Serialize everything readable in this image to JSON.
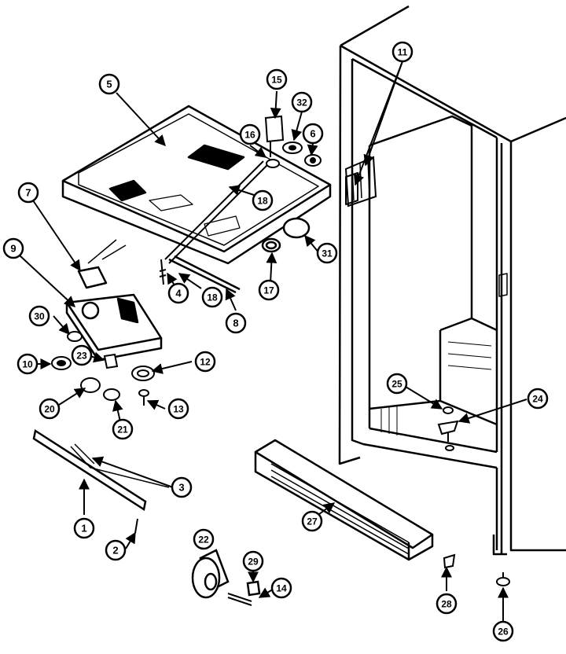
{
  "diagram": {
    "callouts": [
      {
        "id": "c1",
        "label": "1"
      },
      {
        "id": "c2",
        "label": "2"
      },
      {
        "id": "c3",
        "label": "3"
      },
      {
        "id": "c4",
        "label": "4"
      },
      {
        "id": "c5",
        "label": "5"
      },
      {
        "id": "c6",
        "label": "6"
      },
      {
        "id": "c7",
        "label": "7"
      },
      {
        "id": "c8",
        "label": "8"
      },
      {
        "id": "c9",
        "label": "9"
      },
      {
        "id": "c10",
        "label": "10"
      },
      {
        "id": "c11",
        "label": "11"
      },
      {
        "id": "c12",
        "label": "12"
      },
      {
        "id": "c13",
        "label": "13"
      },
      {
        "id": "c14",
        "label": "14"
      },
      {
        "id": "c15",
        "label": "15"
      },
      {
        "id": "c16",
        "label": "16"
      },
      {
        "id": "c17",
        "label": "17"
      },
      {
        "id": "c18a",
        "label": "18"
      },
      {
        "id": "c18b",
        "label": "18"
      },
      {
        "id": "c20",
        "label": "20"
      },
      {
        "id": "c21",
        "label": "21"
      },
      {
        "id": "c22",
        "label": "22"
      },
      {
        "id": "c23",
        "label": "23"
      },
      {
        "id": "c24",
        "label": "24"
      },
      {
        "id": "c25",
        "label": "25"
      },
      {
        "id": "c26",
        "label": "26"
      },
      {
        "id": "c27",
        "label": "27"
      },
      {
        "id": "c28",
        "label": "28"
      },
      {
        "id": "c29",
        "label": "29"
      },
      {
        "id": "c30",
        "label": "30"
      },
      {
        "id": "c31",
        "label": "31"
      },
      {
        "id": "c32",
        "label": "32"
      }
    ],
    "colors": {
      "ink": "#000000",
      "paper": "#ffffff"
    }
  }
}
